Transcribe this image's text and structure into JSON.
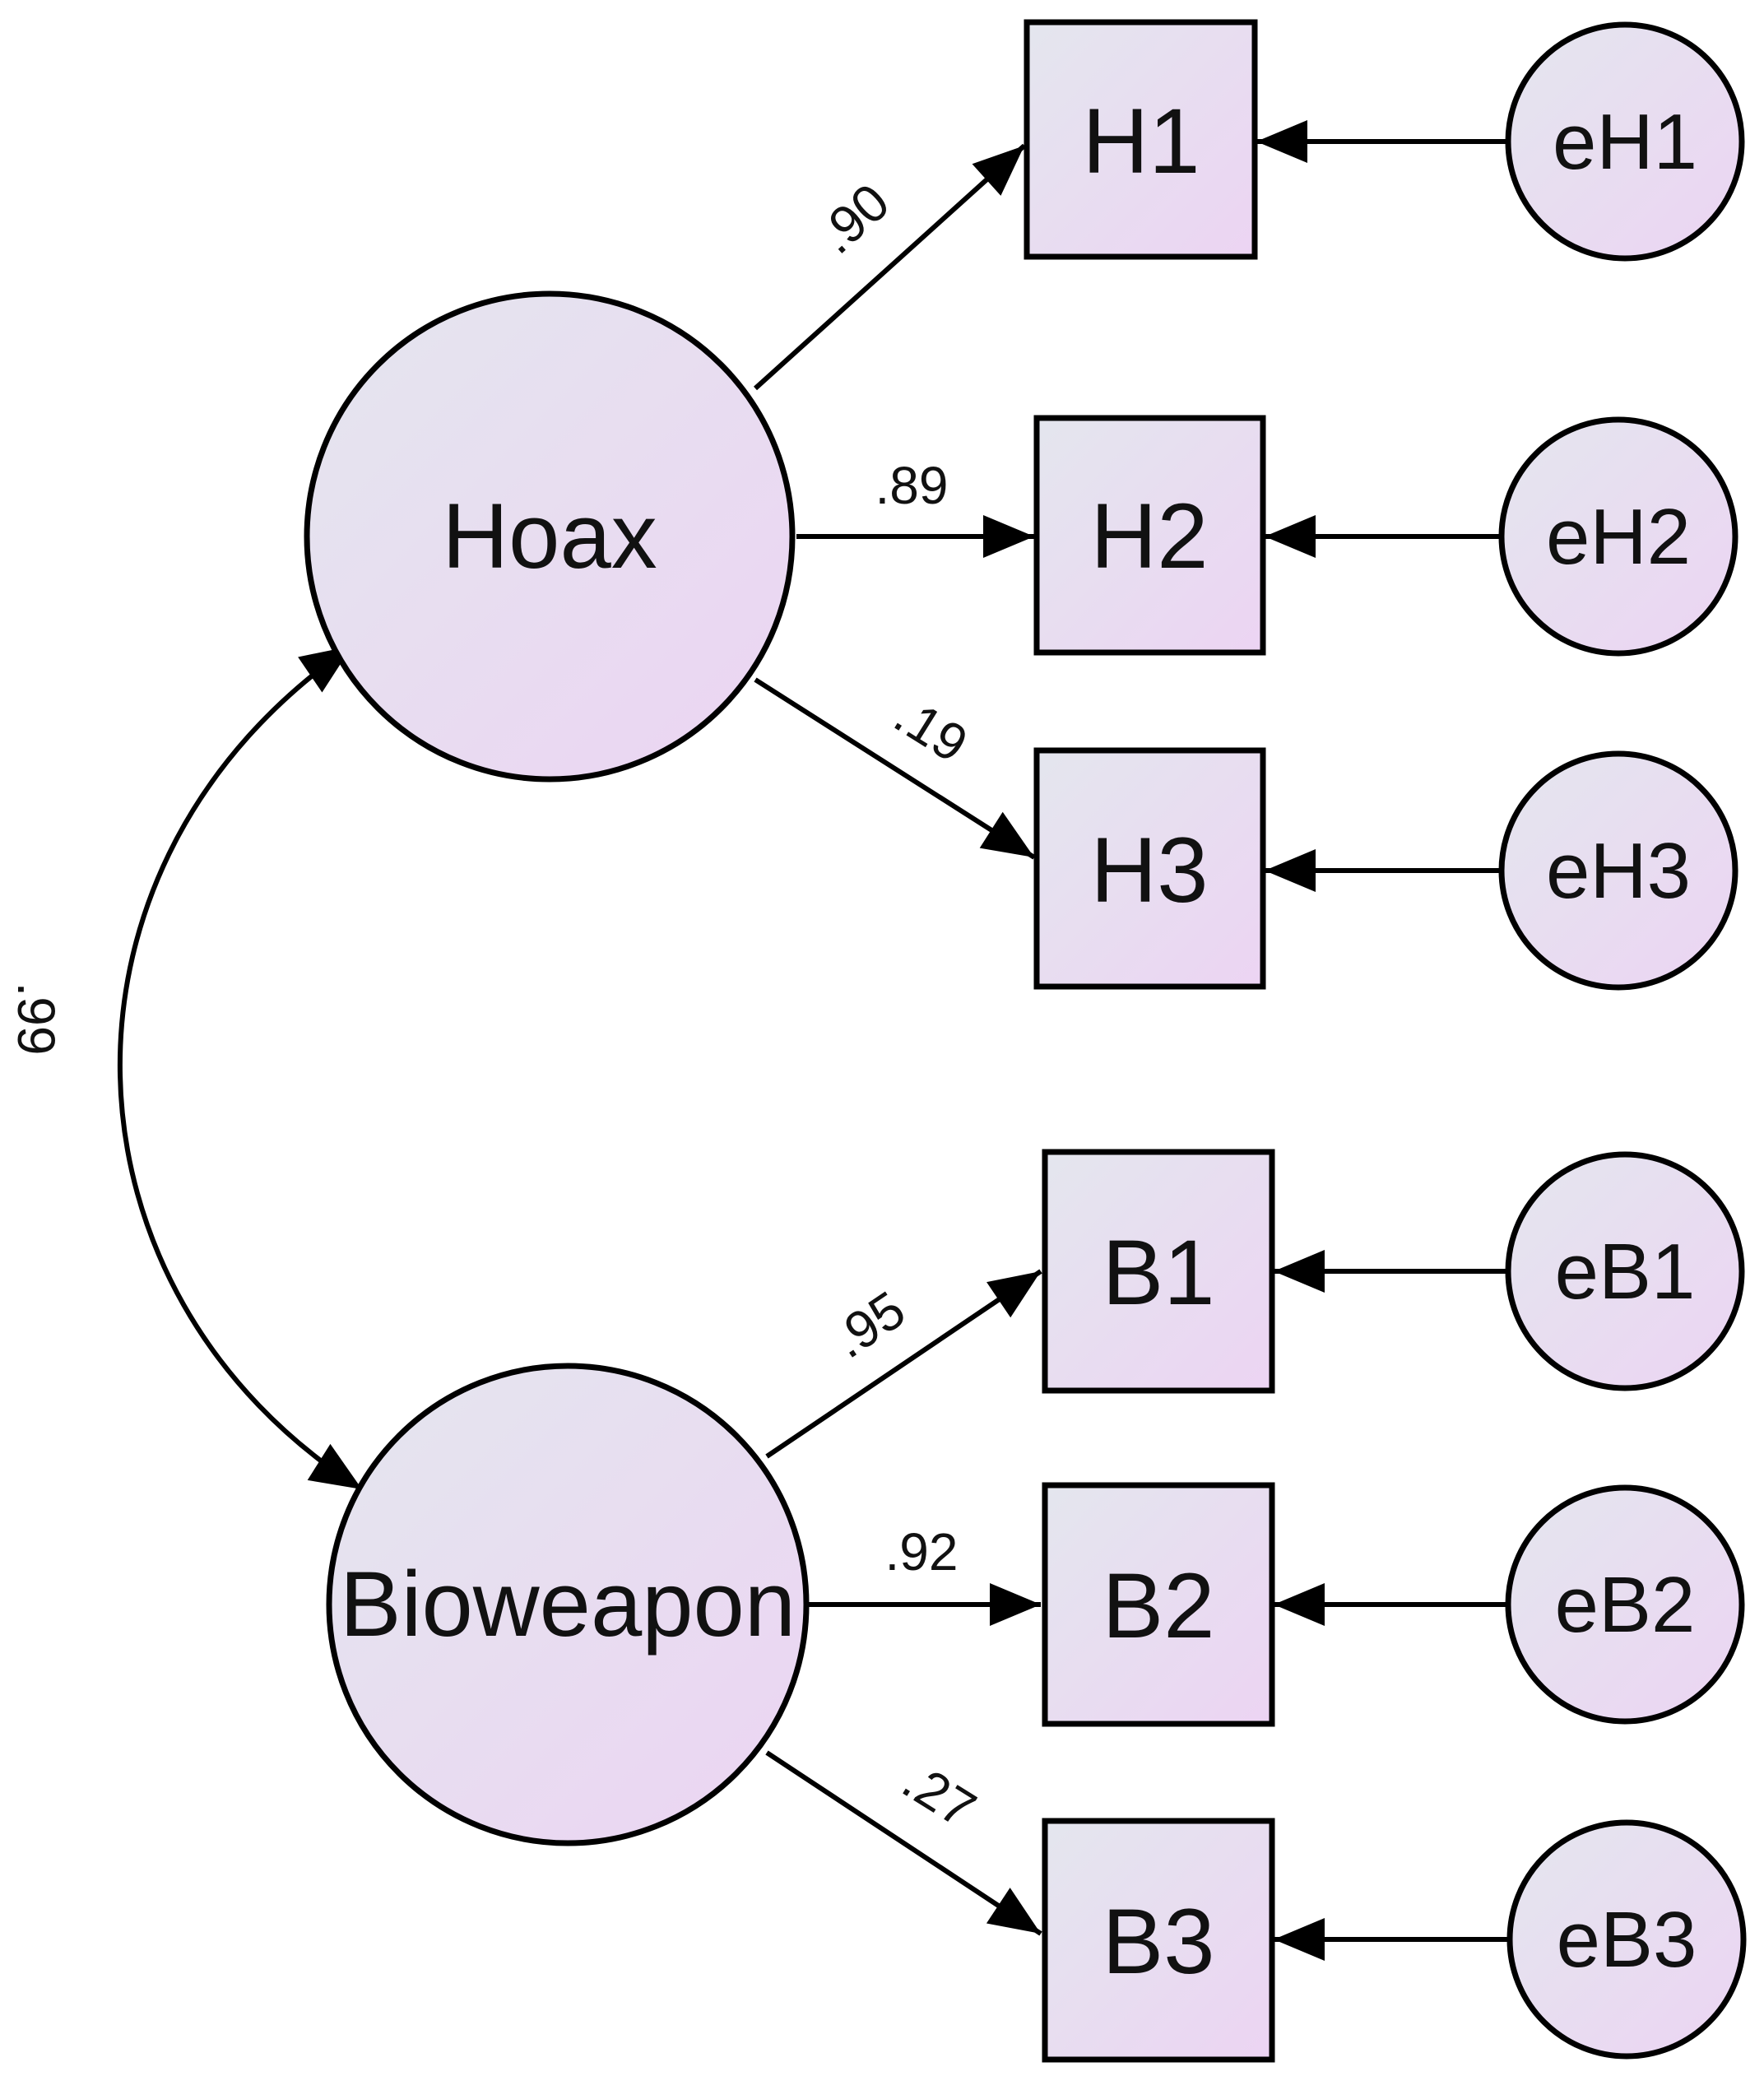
{
  "latents": [
    {
      "id": "hoax",
      "label": "Hoax"
    },
    {
      "id": "bioweapon",
      "label": "Bioweapon"
    }
  ],
  "indicators": [
    {
      "id": "h1",
      "label": "H1",
      "error": "eH1",
      "loading": ".90"
    },
    {
      "id": "h2",
      "label": "H2",
      "error": "eH2",
      "loading": ".89"
    },
    {
      "id": "h3",
      "label": "H3",
      "error": "eH3",
      "loading": ".19"
    },
    {
      "id": "b1",
      "label": "B1",
      "error": "eB1",
      "loading": ".95"
    },
    {
      "id": "b2",
      "label": "B2",
      "error": "eB2",
      "loading": ".92"
    },
    {
      "id": "b3",
      "label": "B3",
      "error": "eB3",
      "loading": ".27"
    }
  ],
  "covariance": {
    "label": ".99"
  },
  "colors": {
    "fill_light": "#e4e6ee",
    "fill_pink": "#ead6f2",
    "stroke": "#000000"
  }
}
